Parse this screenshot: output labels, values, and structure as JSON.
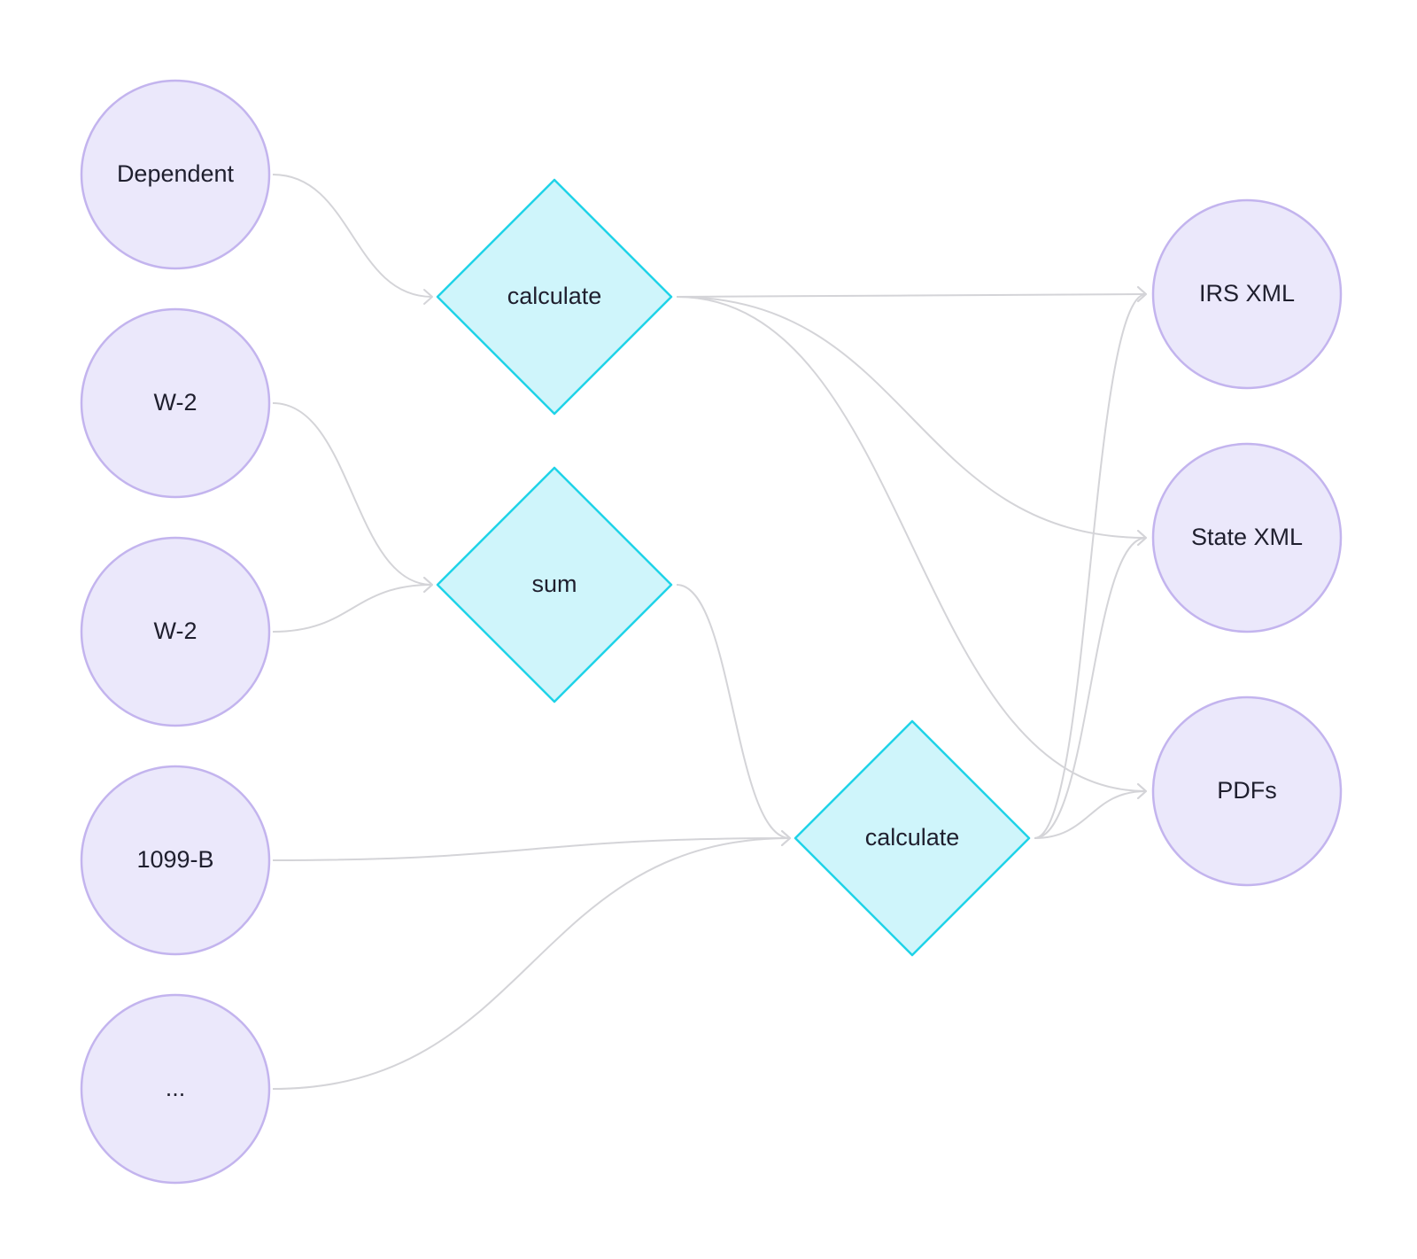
{
  "inputs": [
    {
      "id": "dependent",
      "label": "Dependent"
    },
    {
      "id": "w2-a",
      "label": "W-2"
    },
    {
      "id": "w2-b",
      "label": "W-2"
    },
    {
      "id": "1099b",
      "label": "1099-B"
    },
    {
      "id": "more",
      "label": "..."
    }
  ],
  "operations": [
    {
      "id": "calc-1",
      "label": "calculate"
    },
    {
      "id": "sum",
      "label": "sum"
    },
    {
      "id": "calc-2",
      "label": "calculate"
    }
  ],
  "outputs": [
    {
      "id": "irs-xml",
      "label": "IRS XML"
    },
    {
      "id": "state-xml",
      "label": "State XML"
    },
    {
      "id": "pdfs",
      "label": "PDFs"
    }
  ],
  "edges": [
    {
      "from": "dependent",
      "to": "calc-1"
    },
    {
      "from": "w2-a",
      "to": "sum"
    },
    {
      "from": "w2-b",
      "to": "sum"
    },
    {
      "from": "sum",
      "to": "calc-2"
    },
    {
      "from": "1099b",
      "to": "calc-2"
    },
    {
      "from": "more",
      "to": "calc-2"
    },
    {
      "from": "calc-1",
      "to": "irs-xml"
    },
    {
      "from": "calc-1",
      "to": "state-xml"
    },
    {
      "from": "calc-1",
      "to": "pdfs"
    },
    {
      "from": "calc-2",
      "to": "irs-xml"
    },
    {
      "from": "calc-2",
      "to": "state-xml"
    },
    {
      "from": "calc-2",
      "to": "pdfs"
    }
  ],
  "colors": {
    "circle_fill": "#ebe8fb",
    "circle_stroke": "#c3b4ee",
    "diamond_fill": "#cff5fb",
    "diamond_stroke": "#1fd3e8",
    "edge": "#d4d4d8",
    "text": "#1f1f2e"
  }
}
